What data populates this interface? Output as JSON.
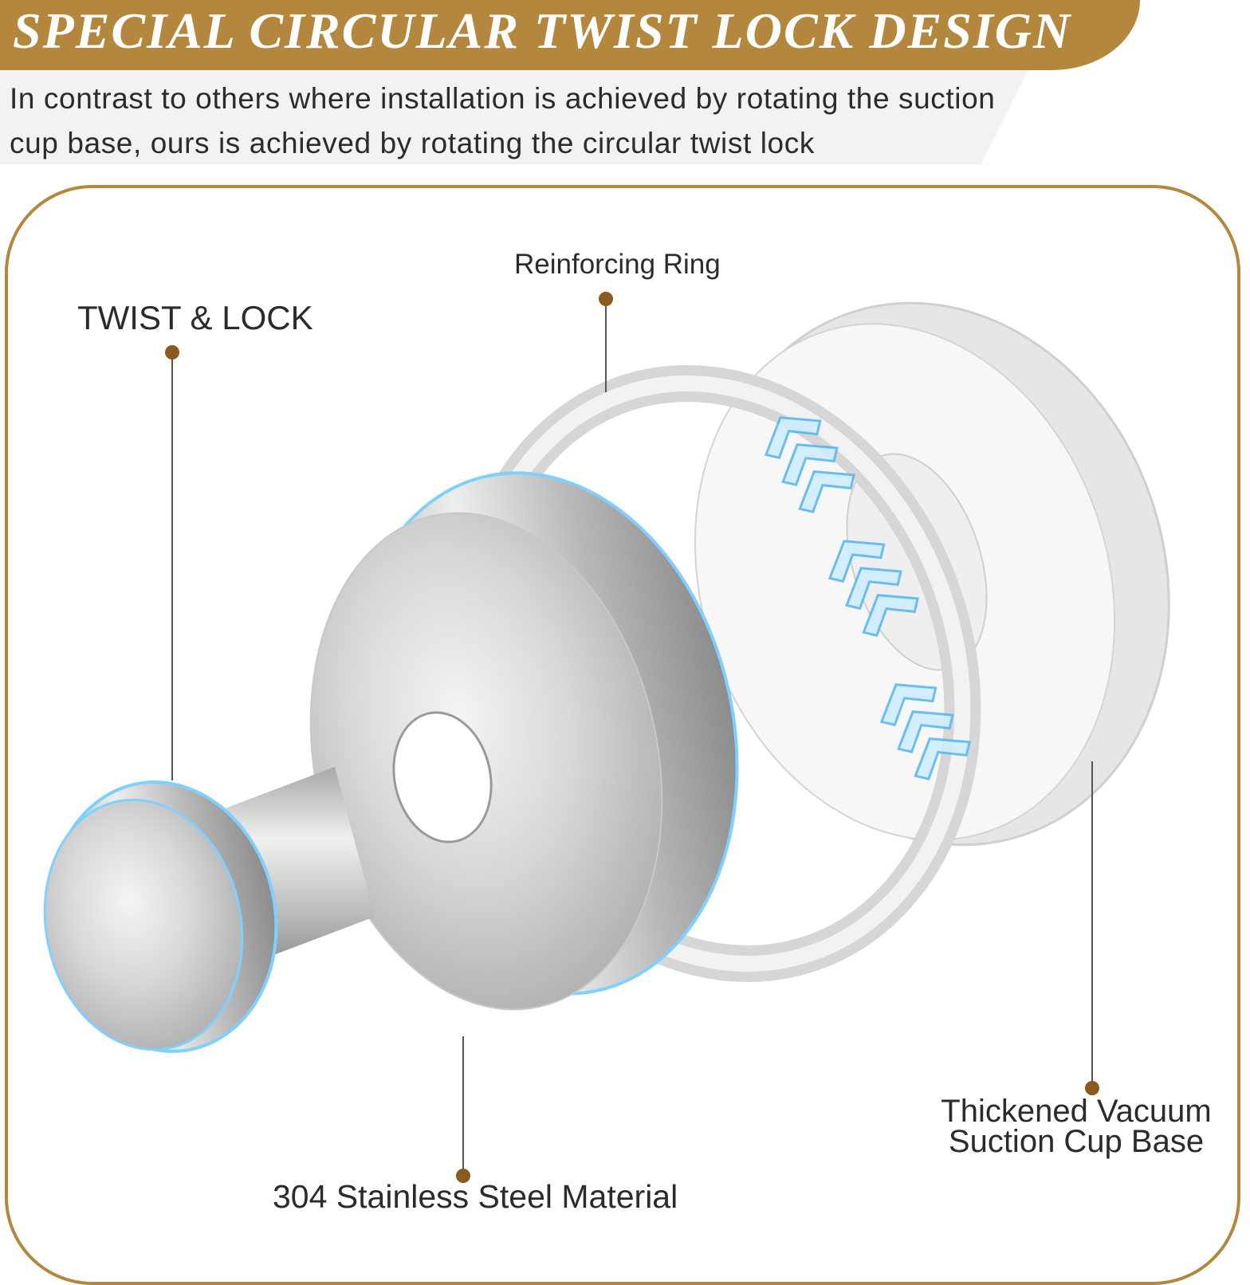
{
  "banner": {
    "title": "SPECIAL CIRCULAR TWIST LOCK DESIGN",
    "subtitle": "In contrast to others where installation is achieved by rotating the suction cup base, ours is achieved by rotating the circular twist lock"
  },
  "callouts": {
    "twist_lock": "TWIST & LOCK",
    "reinforcing_ring": "Reinforcing Ring",
    "steel_material": "304 Stainless Steel Material",
    "suction_base": "Thickened Vacuum Suction Cup Base"
  },
  "colors": {
    "accent_gold": "#b3873d",
    "dot_brown": "#8a5a1e",
    "steel": "#c9c9c9",
    "glow_blue": "#7fd0ff"
  },
  "icons": [
    "chevron-arrow-icon"
  ]
}
